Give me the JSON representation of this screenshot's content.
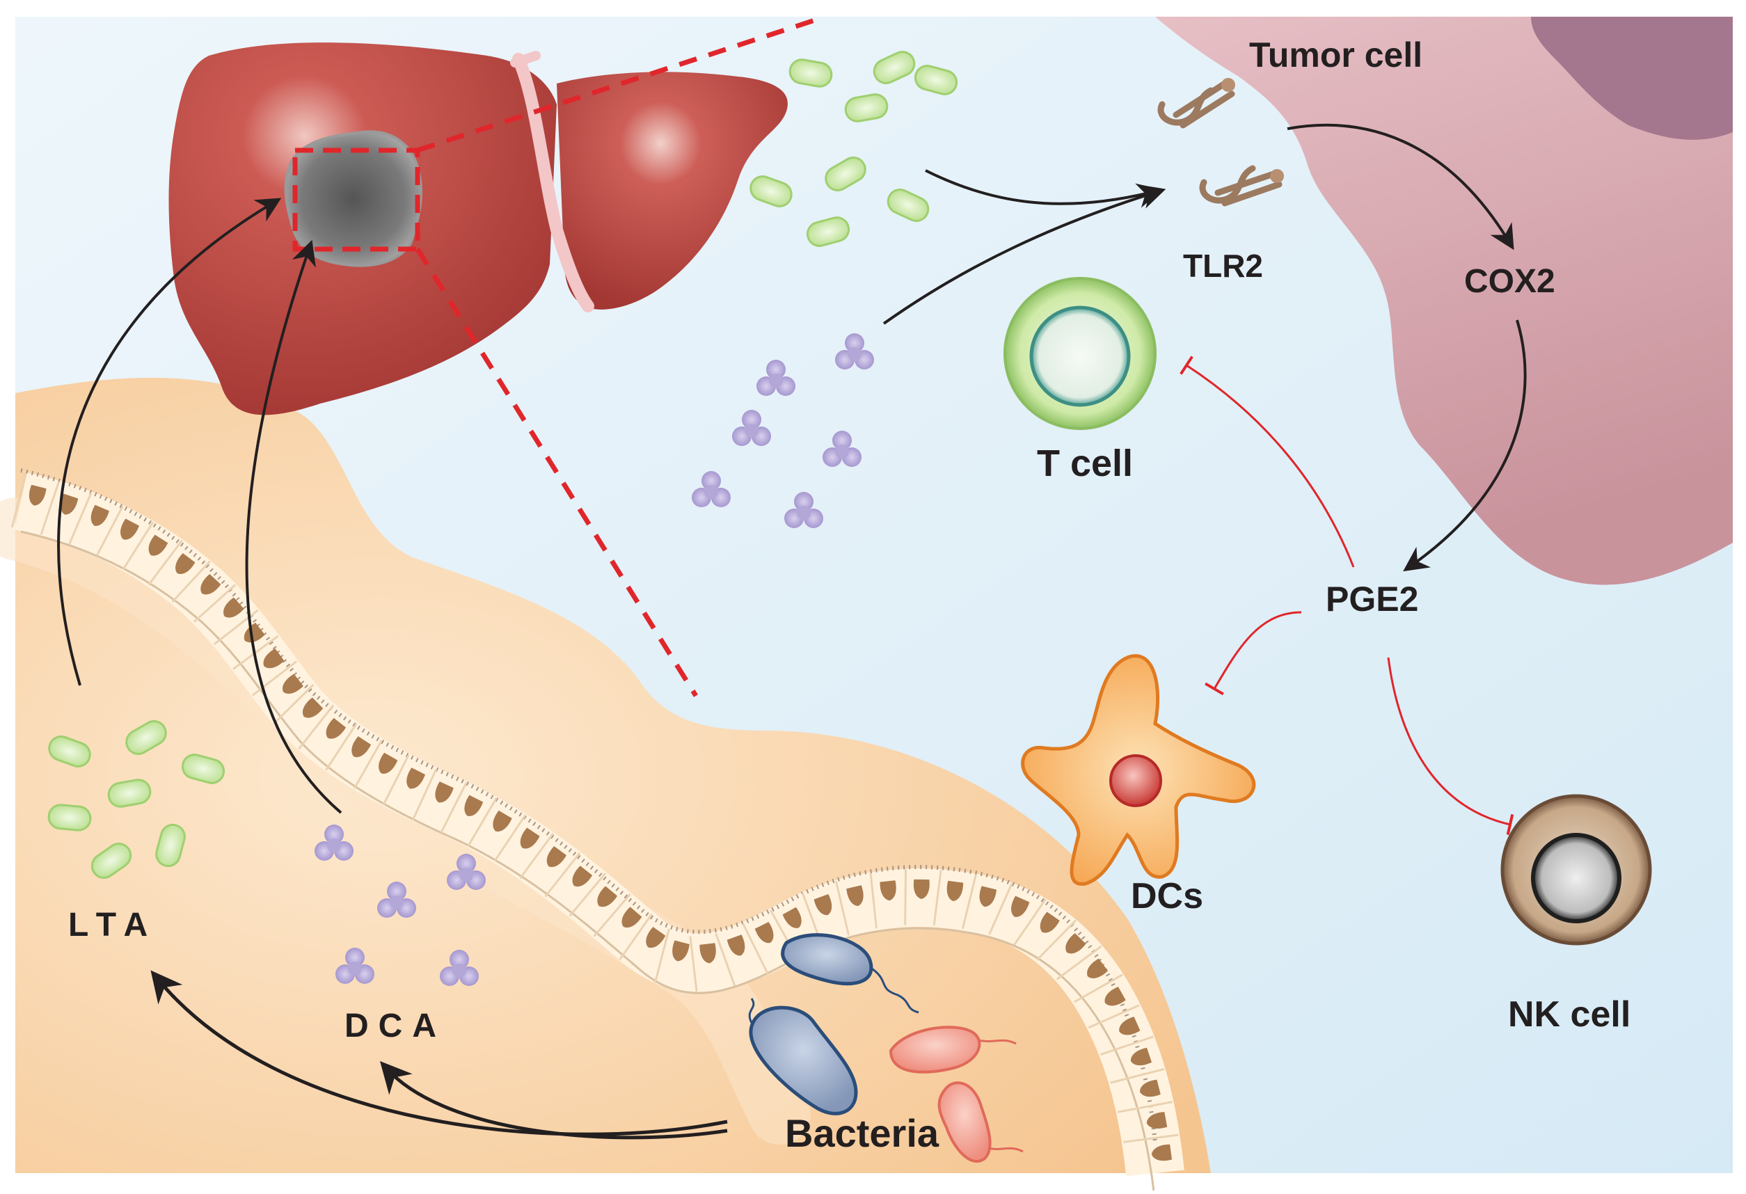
{
  "labels": {
    "tumor_cell": "Tumor cell",
    "tlr2": "TLR2",
    "cox2": "COX2",
    "t_cell": "T cell",
    "pge2": "PGE2",
    "dcs": "DCs",
    "nk_cell": "NK cell",
    "lta": "LTA",
    "dca": "DCA",
    "bacteria": "Bacteria"
  },
  "colors": {
    "background": "#e8f3fa",
    "liver": "#b9443f",
    "tumor_cell": "#d7a9b0",
    "gut": "#f8d4a8",
    "lta_rod": "#c8e7a4",
    "dca_molecule": "#a79bd0",
    "activation_arrow": "#231f20",
    "inhibition_arrow": "#e0262b",
    "zoom_outline": "#e0262b"
  }
}
